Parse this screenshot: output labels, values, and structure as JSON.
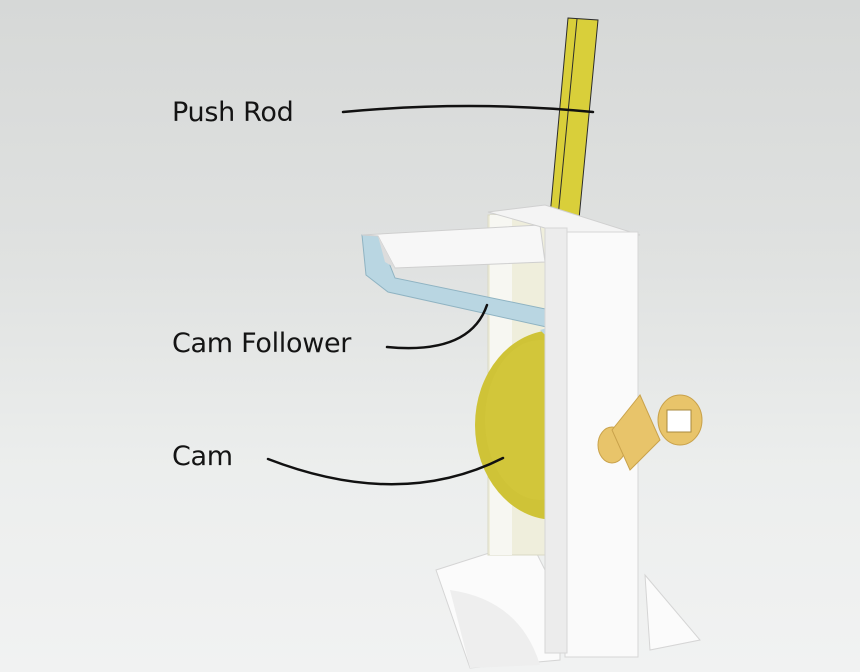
{
  "figure": {
    "subject": "paper cam mechanism model",
    "background_color": "#e3e5e4",
    "colors": {
      "push_rod": "#d9cf3a",
      "cam": "#cfc337",
      "cam_follower": "#b9d6e2",
      "frame": "#f7f7f7",
      "crank": "#e8c46a",
      "leader_line": "#111111"
    }
  },
  "labels": [
    {
      "id": "push-rod",
      "text": "Push Rod"
    },
    {
      "id": "cam-follower",
      "text": "Cam Follower"
    },
    {
      "id": "cam",
      "text": "Cam"
    }
  ]
}
